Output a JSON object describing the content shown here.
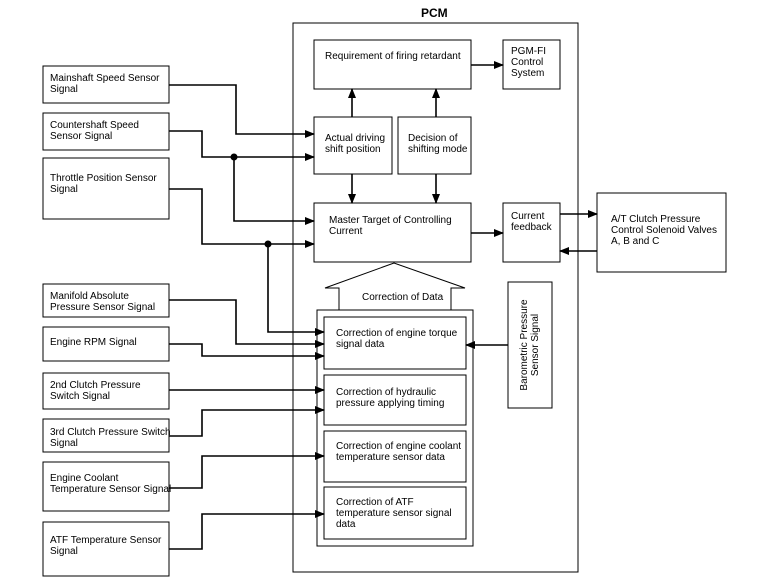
{
  "pcm": {
    "title": "PCM"
  },
  "inputs": [
    {
      "label": "Mainshaft Speed Sensor\nSignal"
    },
    {
      "label": "Countershaft Speed\nSensor Signal"
    },
    {
      "label": "Throttle Position Sensor\nSignal"
    },
    {
      "label": "Manifold Absolute\nPressure Sensor Signal"
    },
    {
      "label": "Engine RPM Signal"
    },
    {
      "label": "2nd Clutch Pressure\nSwitch Signal"
    },
    {
      "label": "3rd Clutch Pressure Switch\nSignal"
    },
    {
      "label": "Engine Coolant\nTemperature Sensor Signal"
    },
    {
      "label": "ATF Temperature Sensor\nSignal"
    }
  ],
  "internal": {
    "firing_retardant": "Requirement of firing retardant",
    "pgm_fi": "PGM-FI\nControl\nSystem",
    "actual_driving": "Actual driving\nshift position",
    "decision_shifting": "Decision of\nshifting mode",
    "master_target": "Master Target of Controlling\nCurrent",
    "current_feedback": "Current\nfeedback",
    "correction_of_data": "Correction of Data",
    "corr_engine_torque": "Correction of engine torque\nsignal data",
    "corr_hydraulic": "Correction of hydraulic\npressure applying timing",
    "corr_coolant": "Correction of engine coolant\ntemperature sensor data",
    "corr_atf": "Correction of ATF\ntemperature sensor signal\ndata",
    "barometric": "Barometric Pressure\nSensor Signal"
  },
  "output": {
    "solenoid": "A/T Clutch Pressure\nControl Solenoid Valves\nA, B and C"
  }
}
